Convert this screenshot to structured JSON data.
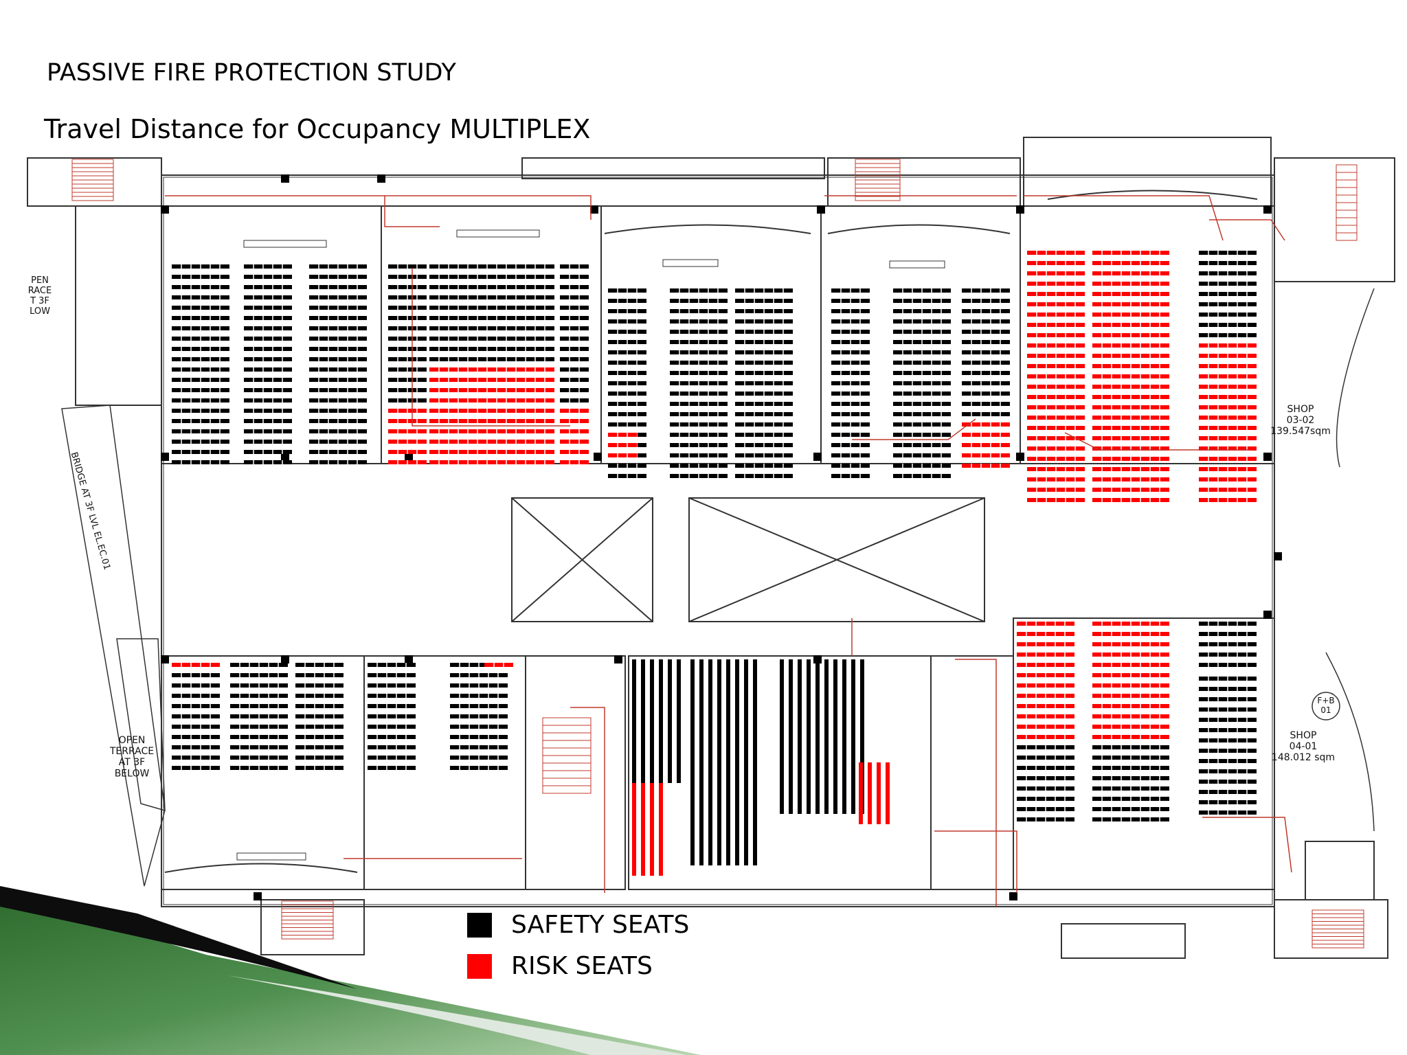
{
  "slide": {
    "title": "PASSIVE FIRE PROTECTION STUDY",
    "subtitle": "Travel Distance for Occupancy MULTIPLEX"
  },
  "colors": {
    "safe": "#000000",
    "risk": "#ff0000",
    "route": "#c0392b",
    "wall": "#333333",
    "grass": "#4f8f4f",
    "bar": "#0d0d0d"
  },
  "plan_labels": {
    "open_terrace_top": [
      "PEN",
      "RACE",
      "T 3F",
      "LOW"
    ],
    "open_terrace_bottom": [
      "OPEN",
      "TERRACE",
      "AT 3F",
      "BELOW"
    ],
    "bridge": "BRIDGE AT 3F LVL EL.EC.01",
    "shop_right_top": [
      "SHOP",
      "03-02",
      "139.547sqm"
    ],
    "shop_right_bottom": [
      "SHOP",
      "04-01",
      "148.012 sqm"
    ],
    "fb_tag": [
      "F+B",
      "01"
    ]
  },
  "legend": [
    {
      "key": "safe",
      "label": "SAFETY SEATS"
    },
    {
      "key": "risk",
      "label": "RISK SEATS"
    }
  ]
}
